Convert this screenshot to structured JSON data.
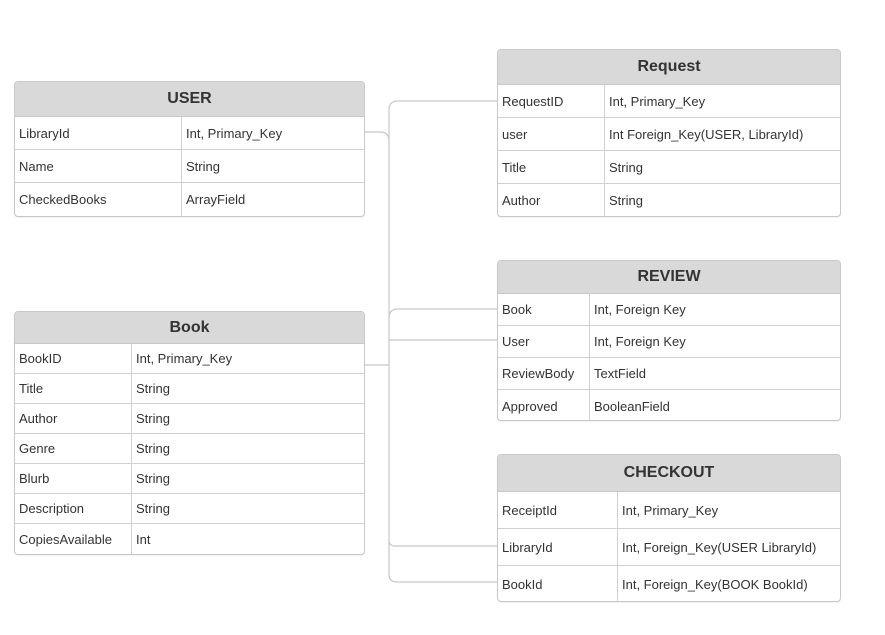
{
  "connector_color": "#c8c8c8",
  "header_color": "#d9d9d9",
  "entities": {
    "user": {
      "title": "USER",
      "rows": [
        {
          "name": "LibraryId",
          "type": "Int, Primary_Key"
        },
        {
          "name": "Name",
          "type": "String"
        },
        {
          "name": "CheckedBooks",
          "type": "ArrayField"
        }
      ]
    },
    "book": {
      "title": "Book",
      "rows": [
        {
          "name": "BookID",
          "type": "Int, Primary_Key"
        },
        {
          "name": "Title",
          "type": "String"
        },
        {
          "name": "Author",
          "type": "String"
        },
        {
          "name": "Genre",
          "type": "String"
        },
        {
          "name": "Blurb",
          "type": "String"
        },
        {
          "name": "Description",
          "type": "String"
        },
        {
          "name": "CopiesAvailable",
          "type": "Int"
        }
      ]
    },
    "request": {
      "title": "Request",
      "rows": [
        {
          "name": "RequestID",
          "type": "Int, Primary_Key"
        },
        {
          "name": "user",
          "type": "Int Foreign_Key(USER, LibraryId)"
        },
        {
          "name": "Title",
          "type": "String"
        },
        {
          "name": "Author",
          "type": "String"
        }
      ]
    },
    "review": {
      "title": "REVIEW",
      "rows": [
        {
          "name": "Book",
          "type": "Int, Foreign Key"
        },
        {
          "name": "User",
          "type": "Int, Foreign Key"
        },
        {
          "name": "ReviewBody",
          "type": "TextField"
        },
        {
          "name": "Approved",
          "type": "BooleanField"
        }
      ]
    },
    "checkout": {
      "title": "CHECKOUT",
      "rows": [
        {
          "name": "ReceiptId",
          "type": "Int, Primary_Key"
        },
        {
          "name": "LibraryId",
          "type": "Int, Foreign_Key(USER LibraryId)"
        },
        {
          "name": "BookId",
          "type": "Int, Foreign_Key(BOOK BookId)"
        }
      ]
    }
  }
}
